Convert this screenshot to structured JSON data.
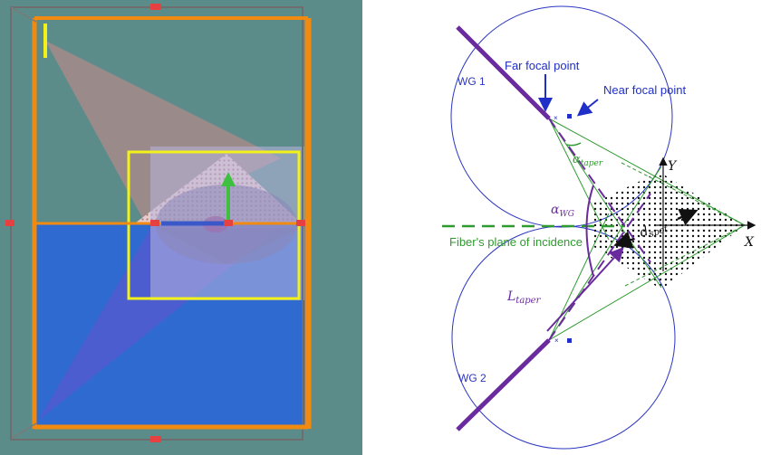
{
  "left_panel": {
    "colors": {
      "background": "#5b8c8a",
      "frame_orange": "#f08a10",
      "handle_red": "#e64040",
      "lower_blue": "#2e6ad0",
      "yellow_box": "#f2f21a",
      "lilac_box": "#b9b6df",
      "green_arrow": "#3fbf3f",
      "beam_pink": "#c48a8a",
      "beam_violet": "#6a50d0"
    }
  },
  "right_panel": {
    "labels": {
      "wg1": "WG 1",
      "wg2": "WG 2",
      "far_focal_point": "Far focal point",
      "near_focal_point": "Near focal point",
      "fiber_plane": "Fiber's plane of incidence",
      "y_axis": "Y",
      "x_axis": "X",
      "alpha": "α",
      "alpha_taper_sub": "taper",
      "alpha_wg_sub": "WG",
      "d": "d",
      "d_spot_sub": "spot",
      "L": "L",
      "L_taper_sub": "taper"
    },
    "colors": {
      "circle_blue": "#2b36c2",
      "label_blue": "#1f2fc7",
      "waveguide_purple": "#6a2b9e",
      "green": "#2f9a2f",
      "black": "#111111"
    }
  }
}
